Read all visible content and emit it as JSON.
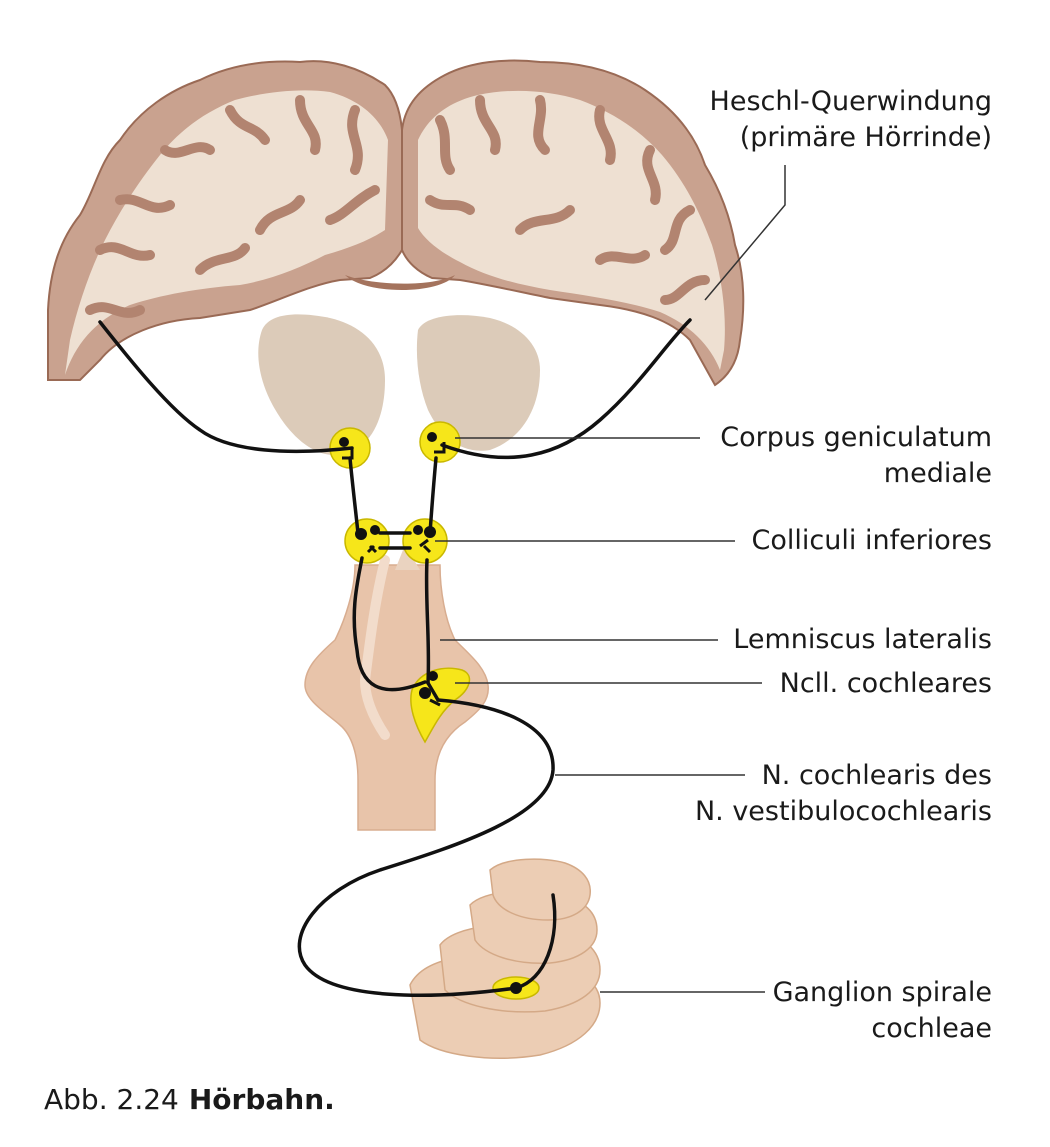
{
  "labels": {
    "heschl_line1": "Heschl-Querwindung",
    "heschl_line2": "(primäre Hörrinde)",
    "cgm_line1": "Corpus geniculatum",
    "cgm_line2": "mediale",
    "colliculi": "Colliculi inferiores",
    "lemniscus": "Lemniscus lateralis",
    "ncll": "Ncll. cochleares",
    "ncochlearis_line1": "N. cochlearis des",
    "ncochlearis_line2": "N. vestibulocochlearis",
    "ganglion_line1": "Ganglion spirale",
    "ganglion_line2": "cochleae"
  },
  "caption": {
    "number": "Abb. 2.24",
    "title": "Hörbahn."
  },
  "colors": {
    "cortex_fill": "#c9a28f",
    "cortex_outline": "#9a6a55",
    "white_matter": "#eee0d2",
    "thalamus": "#dccbb9",
    "brainstem": "#e8c4aa",
    "nucleus_yellow": "#f6e61a",
    "pathway": "#111111"
  }
}
